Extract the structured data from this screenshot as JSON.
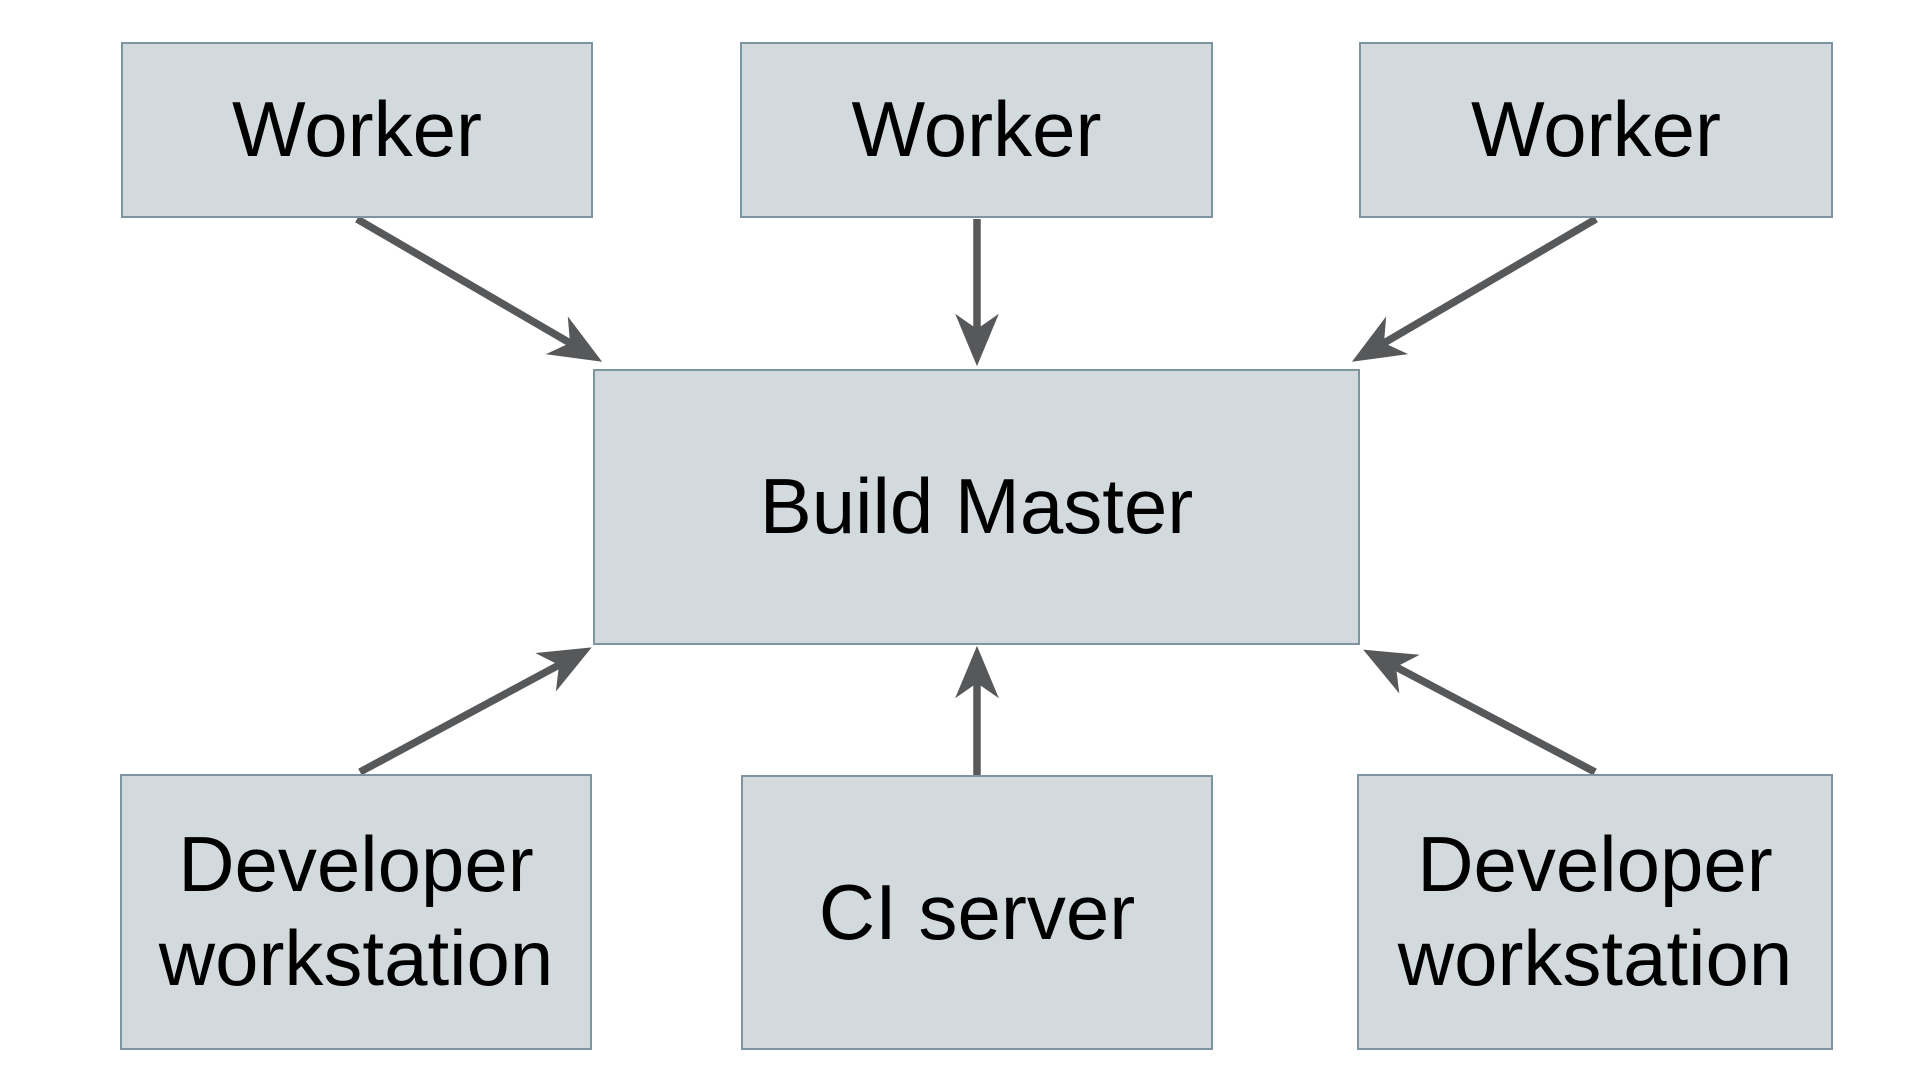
{
  "diagram": {
    "type": "architecture-diagram",
    "nodes": [
      {
        "id": "worker-1",
        "label": "Worker",
        "row": "top"
      },
      {
        "id": "worker-2",
        "label": "Worker",
        "row": "top"
      },
      {
        "id": "worker-3",
        "label": "Worker",
        "row": "top"
      },
      {
        "id": "build-master",
        "label": "Build Master",
        "row": "middle"
      },
      {
        "id": "developer-workstation-left",
        "label": "Developer workstation",
        "row": "bottom"
      },
      {
        "id": "ci-server",
        "label": "CI server",
        "row": "bottom"
      },
      {
        "id": "developer-workstation-right",
        "label": "Developer workstation",
        "row": "bottom"
      }
    ],
    "edges": [
      {
        "from": "worker-1",
        "to": "build-master"
      },
      {
        "from": "worker-2",
        "to": "build-master"
      },
      {
        "from": "worker-3",
        "to": "build-master"
      },
      {
        "from": "developer-workstation-left",
        "to": "build-master"
      },
      {
        "from": "ci-server",
        "to": "build-master"
      },
      {
        "from": "developer-workstation-right",
        "to": "build-master"
      }
    ],
    "style": {
      "node_fill": "#d3dadd",
      "node_border": "#7d95a1",
      "arrow_color": "#57585a",
      "arrowhead": "stealth",
      "text_color": "#000000",
      "background": "#ffffff"
    }
  }
}
